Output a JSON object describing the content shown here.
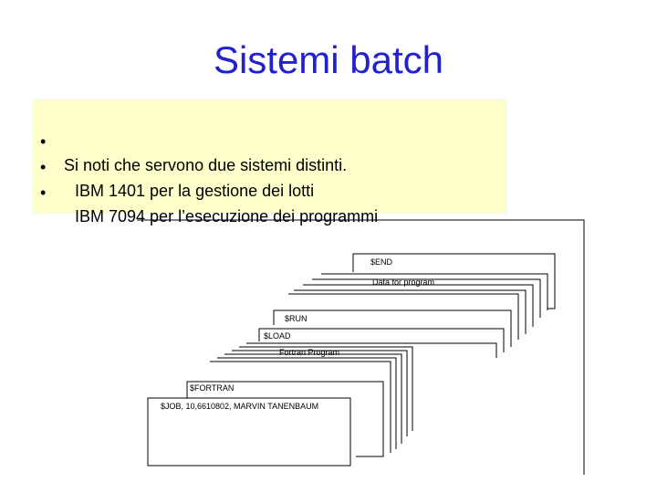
{
  "slide": {
    "title": "Sistemi batch",
    "bullets": [
      {
        "dot": "•",
        "text": "Si noti che servono due sistemi distinti."
      },
      {
        "dot": "•",
        "text": "IBM 1401 per la gestione dei lotti"
      },
      {
        "dot": "•",
        "text": "IBM 7094 per l’esecuzione dei programmi"
      }
    ]
  },
  "figure": {
    "cards": {
      "end": "$END",
      "data": "Data for program",
      "run": "$RUN",
      "load": "$LOAD",
      "fortran_program": "Fortran Program",
      "fortran": "$FORTRAN",
      "job": "$JOB, 10,6610802, MARVIN TANENBAUM"
    }
  },
  "colors": {
    "title": "#2222cc",
    "note_background": "#ffffcc"
  }
}
